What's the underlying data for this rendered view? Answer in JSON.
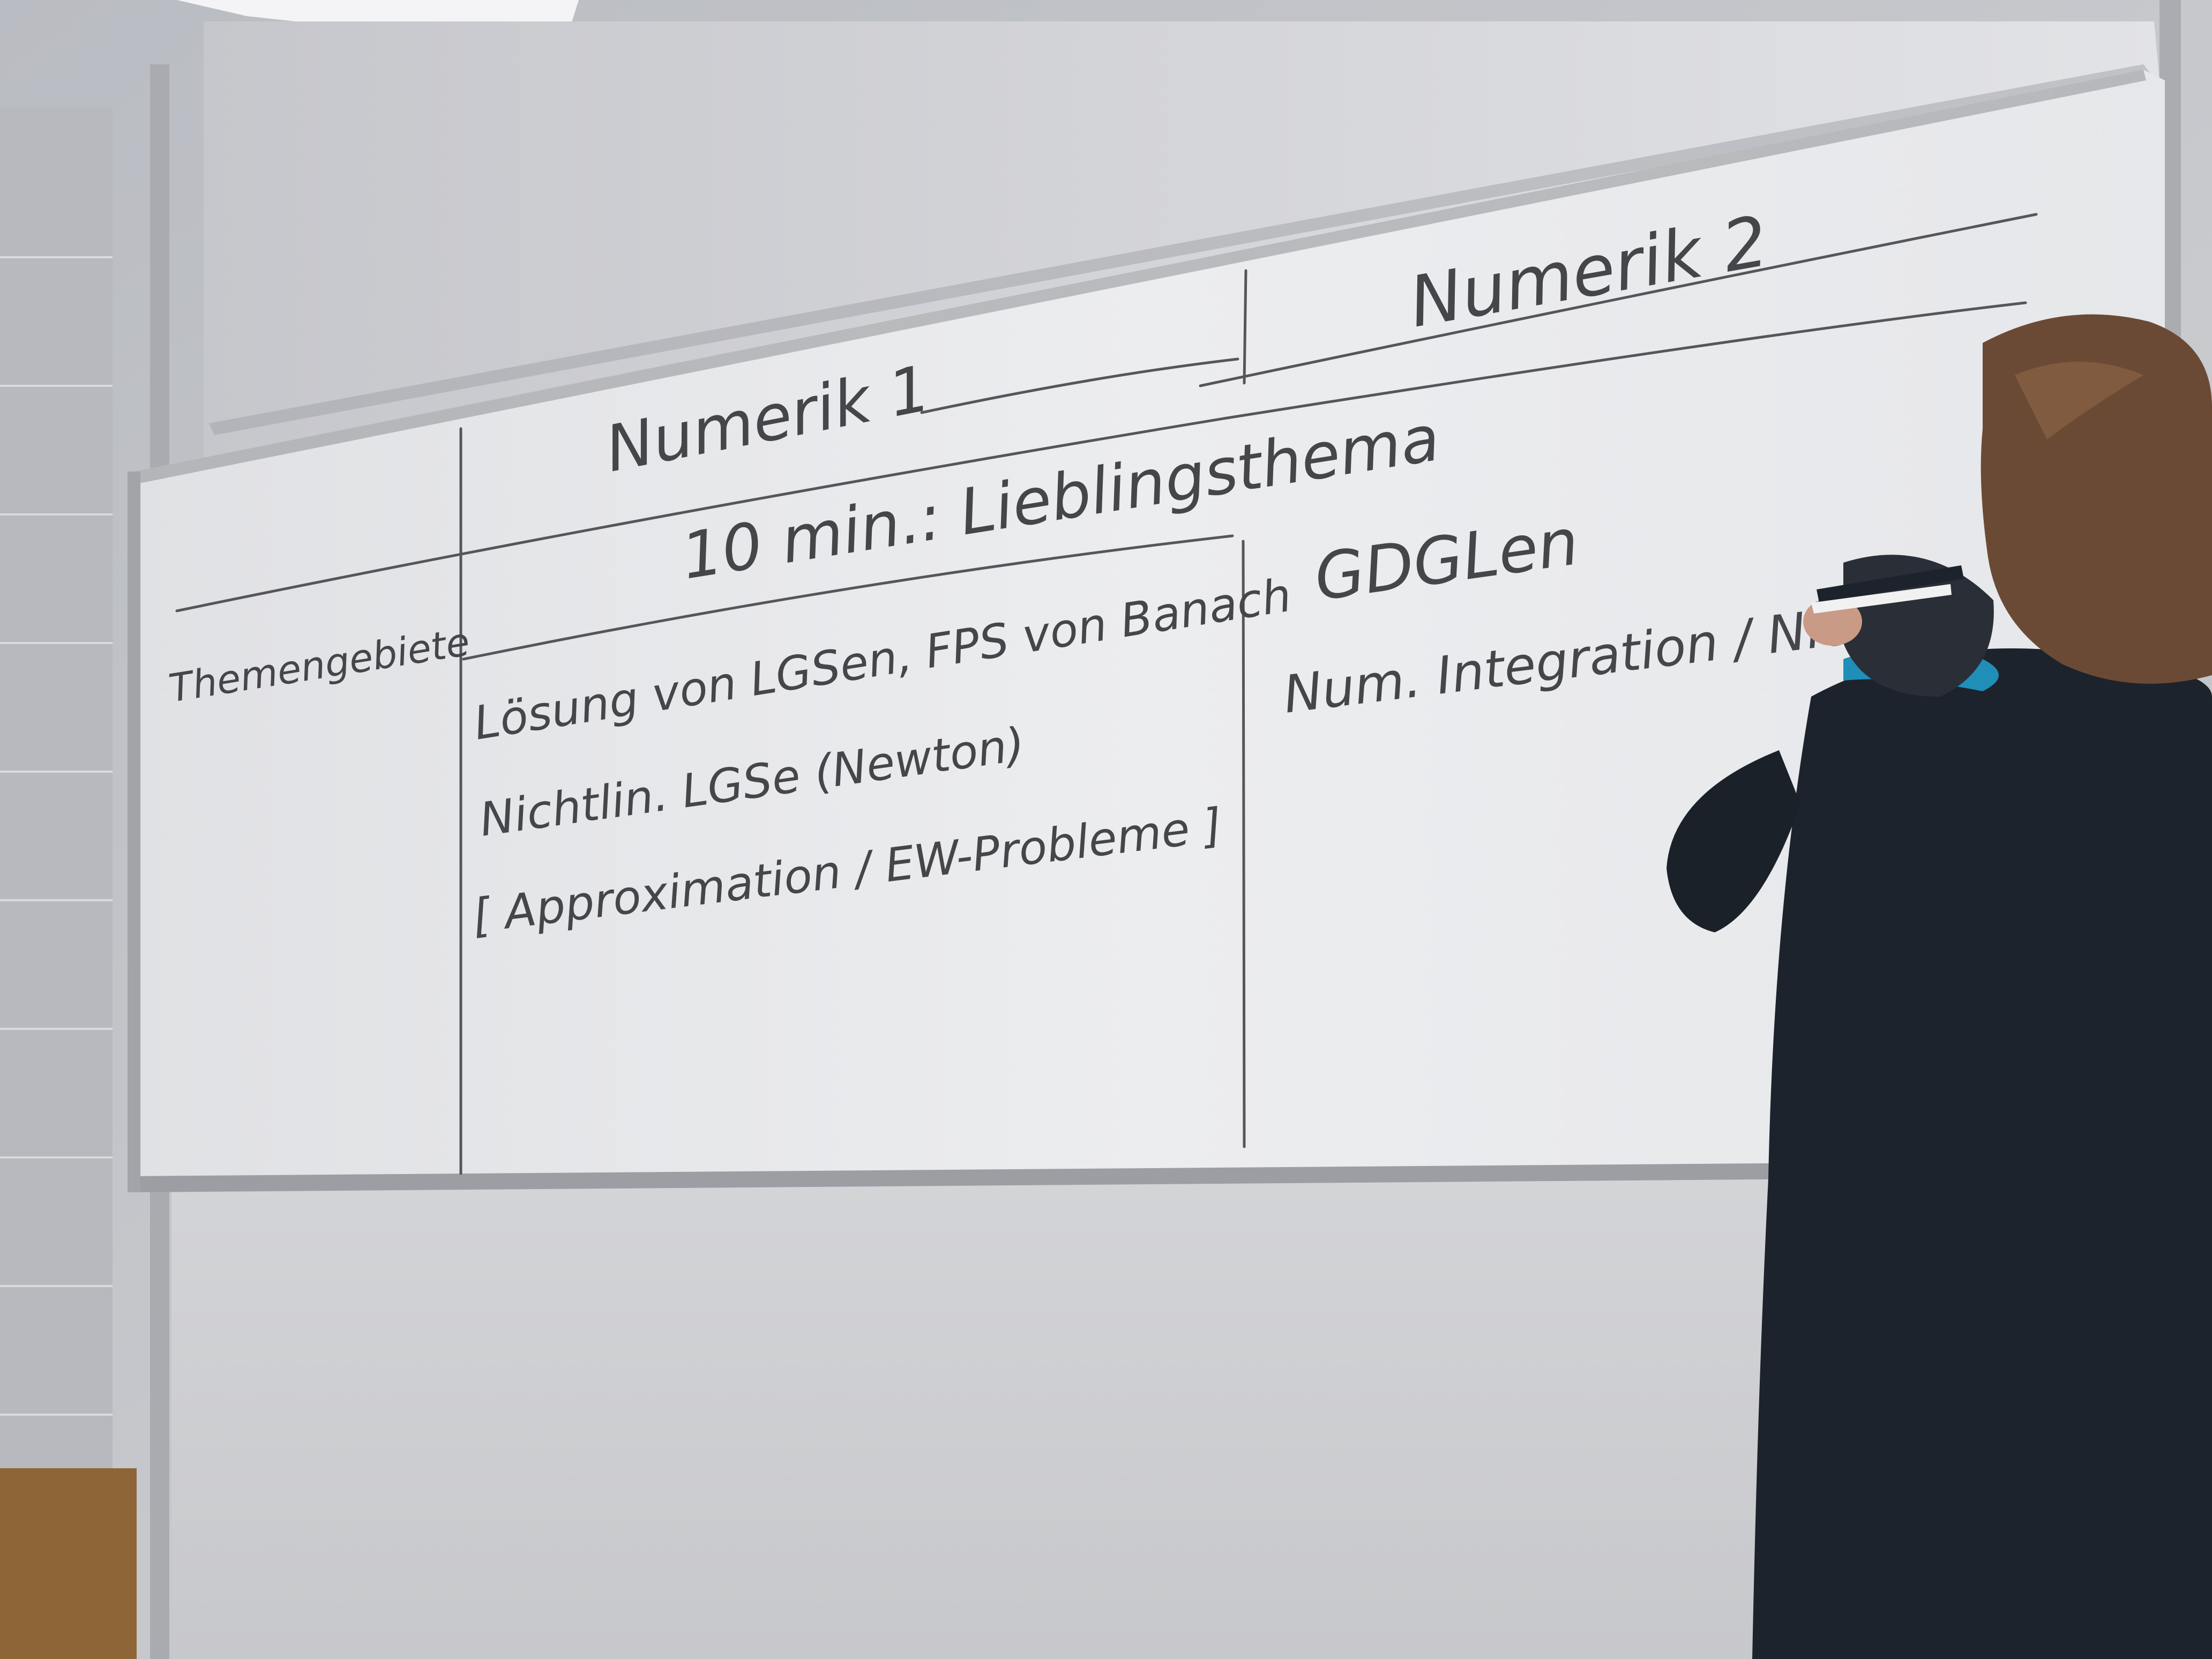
{
  "colors": {
    "wall": "#bfc1c6",
    "board": "#e9e9eb",
    "ink": "#45464a",
    "jacket": "#1d232c",
    "collar": "#1f8fb8",
    "hair": "#6b4a35"
  },
  "board": {
    "column_1_header": "Numerik 1",
    "column_2_header": "Numerik 2",
    "subheader": "10 min.: Lieblingsthema",
    "row_label": "Themengebiete",
    "column_1_topics": [
      "Lösung von LGSen, FPS von Banach",
      "Nichtlin. LGSe (Newton)",
      "[ Approximation / EW-Probleme ]"
    ],
    "column_2_topics": [
      "GDGLen",
      "Num. Integration / Nicht"
    ]
  }
}
